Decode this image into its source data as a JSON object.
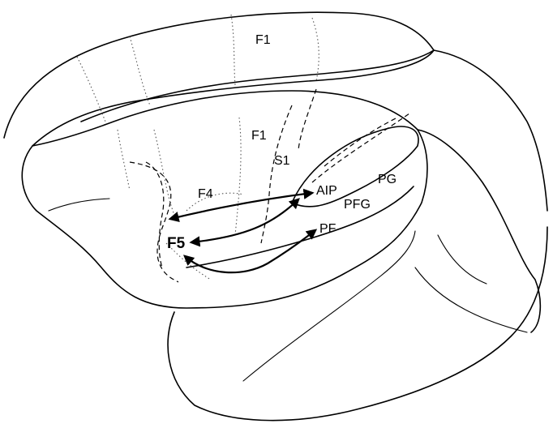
{
  "diagram": {
    "labels": {
      "f1_top": "F1",
      "f1_mid": "F1",
      "s1": "S1",
      "f4": "F4",
      "f5": "F5",
      "aip": "AIP",
      "pg": "PG",
      "pfg": "PFG",
      "pf": "PF"
    },
    "connections": [
      {
        "from": "F4",
        "to": "AIP"
      },
      {
        "from": "F5",
        "to": "AIP"
      },
      {
        "from": "F5",
        "to": "PF"
      }
    ]
  }
}
